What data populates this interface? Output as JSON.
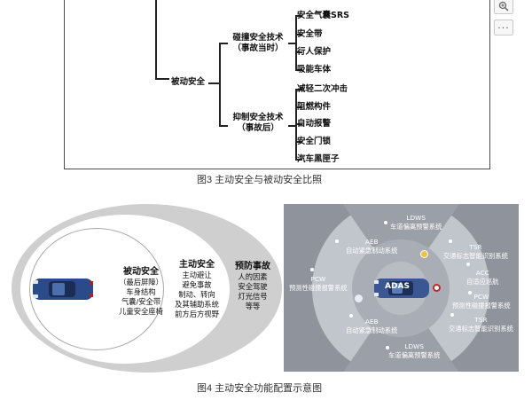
{
  "figure3": {
    "root": "被动安全",
    "branches": [
      {
        "label_line1": "碰撞安全技术",
        "label_line2": "（事故当时）",
        "items": [
          "安全气囊SRS",
          "安全带",
          "行人保护",
          "吸能车体"
        ]
      },
      {
        "label_line1": "抑制安全技术",
        "label_line2": "（事故后）",
        "items": [
          "减轻二次冲击",
          "阻燃构件",
          "自动报警",
          "安全门锁",
          "汽车黑匣子"
        ]
      }
    ],
    "caption": "图3   主动安全与被动安全比照"
  },
  "figure4": {
    "caption": "图4   主动安全功能配置示意图",
    "passive": {
      "title": "被动安全",
      "lines": [
        "（最后屏障）",
        "车身结构",
        "气囊/安全带",
        "儿童安全座椅"
      ]
    },
    "active": {
      "title": "主动安全",
      "lines": [
        "主动避让",
        "避免事故",
        "制动、转向",
        "及其辅助系统",
        "前方后方视野"
      ]
    },
    "prevention": {
      "title": "预防事故",
      "lines": [
        "人的因素",
        "安全驾驶",
        "灯光信号",
        "等等"
      ]
    },
    "adas": {
      "center": "ADAS",
      "labels": [
        {
          "code": "LDWS",
          "name": "车道偏离预警系统"
        },
        {
          "code": "AEB",
          "name": "自动紧急制动系统"
        },
        {
          "code": "TSR",
          "name": "交通标志智能识别系统"
        },
        {
          "code": "ACC",
          "name": "自适应巡航"
        },
        {
          "code": "PCW",
          "name": "预测性碰撞报警系统"
        },
        {
          "code": "PCW",
          "name": "预测性碰撞报警系统"
        },
        {
          "code": "TSR",
          "name": "交通标志智能识别系统"
        },
        {
          "code": "AEB",
          "name": "自动紧急制动系统"
        },
        {
          "code": "LDWS",
          "name": "车道偏离预警系统"
        }
      ]
    }
  },
  "colors": {
    "outer_ellipse": "#cfcfcf",
    "inner_ellipse": "#ffffff",
    "radar_bg": "#8e939c",
    "radar_light": "#c1c5cc",
    "car_body": "#2a4a8a"
  },
  "icons": [
    "zoom-in-icon",
    "more-icon"
  ]
}
